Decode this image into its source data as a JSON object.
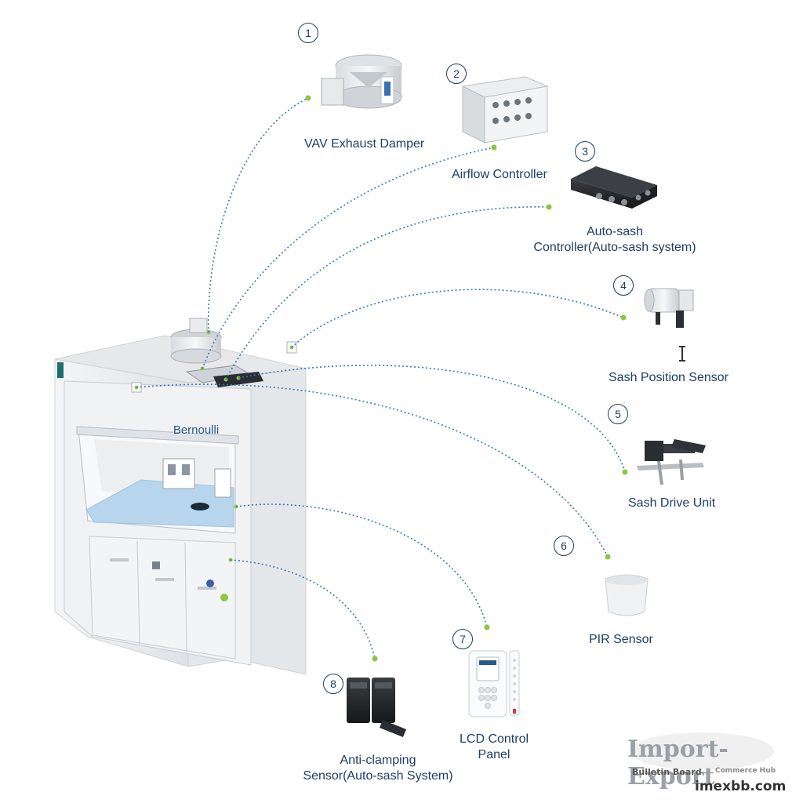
{
  "components": [
    {
      "number": "1",
      "name": "VAV Exhaust Damper"
    },
    {
      "number": "2",
      "name": "Airflow Controller"
    },
    {
      "number": "3",
      "name_line1": "Auto-sash",
      "name_line2": "Controller(Auto-sash system)"
    },
    {
      "number": "4",
      "name": "Sash Position Sensor"
    },
    {
      "number": "5",
      "name": "Sash Drive Unit"
    },
    {
      "number": "6",
      "name": "PIR Sensor"
    },
    {
      "number": "7",
      "name_line1": "LCD Control",
      "name_line2": "Panel"
    },
    {
      "number": "8",
      "name_line1": "Anti-clamping",
      "name_line2": "Sensor(Auto-sash System)"
    }
  ],
  "fume_hood": {
    "brand": "Bernoulli"
  },
  "watermark": {
    "title": "Import-Export",
    "subtitle_left": "Bulletin Board",
    "subtitle_right": "Commerce Hub",
    "url": "imexbb.com"
  },
  "colors": {
    "accent_green": "#8dc63f",
    "line_blue": "#3a78b8",
    "label_navy": "#1d3e66",
    "hood_body": "#eef0f2",
    "work_surface": "#b7d6ee"
  }
}
